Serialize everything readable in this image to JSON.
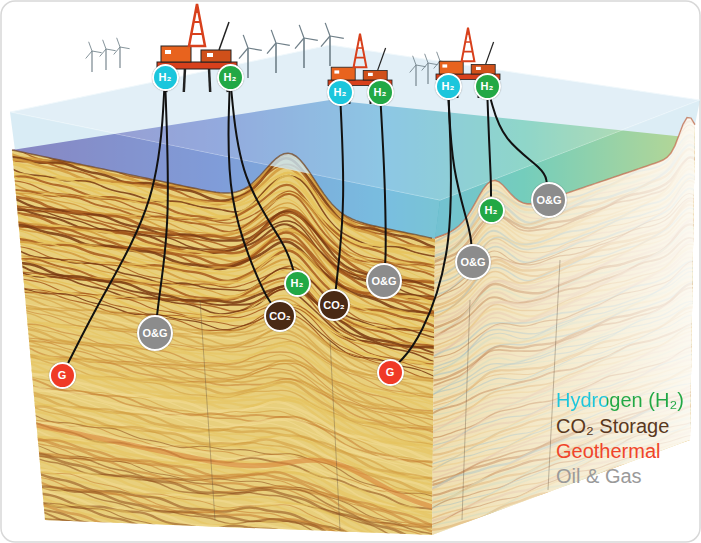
{
  "diagram": {
    "nodes": [
      {
        "text": [
          "H₂"
        ]
      },
      {
        "text": [
          "H₂"
        ]
      },
      {
        "text": [
          "H₂"
        ]
      },
      {
        "text": [
          "H₂"
        ]
      },
      {
        "text": [
          "H₂"
        ]
      },
      {
        "text": [
          "H₂"
        ]
      },
      {
        "text": [
          "G"
        ]
      },
      {
        "text": [
          "O&G"
        ]
      },
      {
        "text": [
          "CO₂"
        ]
      },
      {
        "text": [
          "H₂"
        ]
      },
      {
        "text": [
          "CO₂"
        ]
      },
      {
        "text": [
          "O&G"
        ]
      },
      {
        "text": [
          "G"
        ]
      },
      {
        "text": [
          "O&G"
        ]
      },
      {
        "text": [
          "H₂"
        ]
      },
      {
        "text": [
          "O&G"
        ]
      }
    ],
    "edges": [
      {
        "from": 0,
        "to": 6,
        "arrow": "none"
      },
      {
        "from": 0,
        "to": 7,
        "arrow": "none"
      },
      {
        "from": 1,
        "to": 8,
        "arrow": "none"
      },
      {
        "from": 1,
        "to": 9,
        "arrow": "none"
      },
      {
        "from": 2,
        "to": 10,
        "arrow": "none"
      },
      {
        "from": 3,
        "to": 11,
        "arrow": "none"
      },
      {
        "from": 4,
        "to": 12,
        "arrow": "none"
      },
      {
        "from": 4,
        "to": 13,
        "arrow": "none"
      },
      {
        "from": 5,
        "to": 14,
        "arrow": "none"
      },
      {
        "from": 5,
        "to": 15,
        "arrow": "none"
      }
    ],
    "legend": [
      {
        "text": "Hydrogen (H₂)",
        "color": "#1cc6dc"
      },
      {
        "text": "CO₂ Storage",
        "color": "#5a3820"
      },
      {
        "text": "Geothermal",
        "color": "#f0452a"
      },
      {
        "text": "Oil & Gas",
        "color": "#9a9a9a"
      }
    ]
  }
}
